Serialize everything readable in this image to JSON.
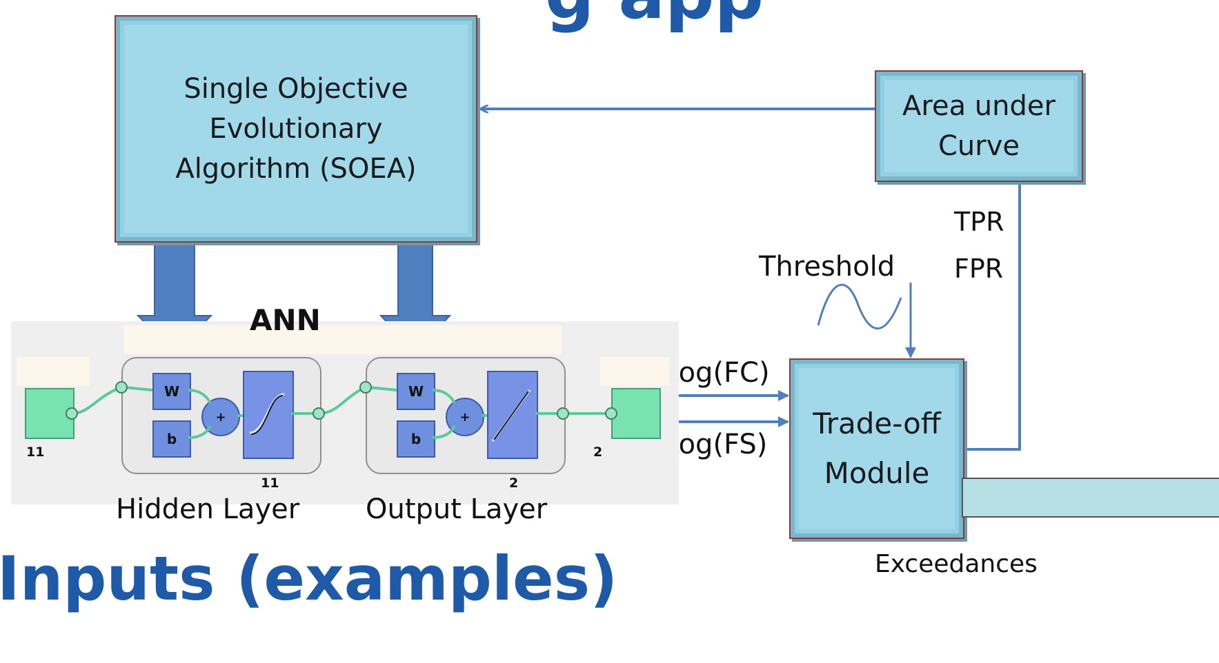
{
  "header": {
    "title_partial": "g app",
    "subtitle_partial": "Inputs (examples)"
  },
  "soea": {
    "label": "Single Objective\nEvolutionary\nAlgorithm (SOEA)"
  },
  "auc": {
    "label": "Area under\nCurve"
  },
  "tradeoff": {
    "label": "Trade-off\nModule"
  },
  "labels": {
    "tpr": "TPR",
    "fpr": "FPR",
    "threshold": "Threshold",
    "log_fc": "Log(FC)",
    "log_fs": "Log(FS)",
    "exceedances": "Exceedances",
    "ann": "ANN",
    "hidden_layer": "Hidden Layer",
    "output_layer": "Output Layer"
  },
  "ann_net": {
    "input_size": "11",
    "hidden_size": "11",
    "output_size": "2",
    "final_output_size": "2",
    "w": "W",
    "b": "b",
    "plus": "+"
  },
  "colors": {
    "box_fill": "#a1d9eb",
    "arrow_blue": "#4f7fbf",
    "title_blue": "#1f5aa8",
    "node_green": "#79e3b0",
    "weight_blue": "#6e90df"
  }
}
